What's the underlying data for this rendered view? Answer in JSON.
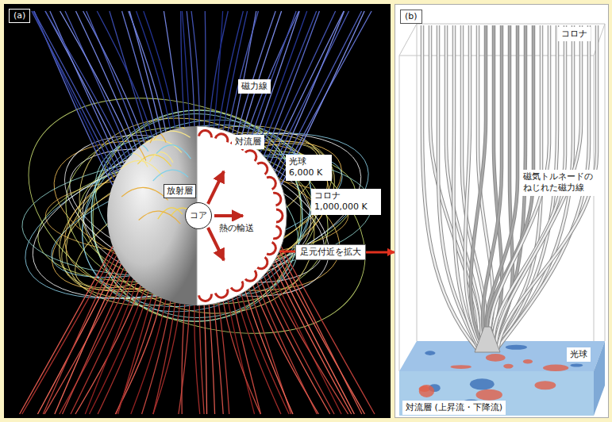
{
  "diagram": {
    "nodes": [
      {
        "text": [
          "(a)"
        ]
      },
      {
        "text": [
          "放射層"
        ]
      },
      {
        "text": [
          "コア"
        ]
      },
      {
        "text": [
          "足元付近を拡大"
        ]
      },
      {
        "text": [
          "(b)"
        ]
      }
    ],
    "edges": [
      {
        "from": 3,
        "to": 4,
        "arrow": "to"
      }
    ],
    "labels": [
      "磁力線",
      "対流層",
      "光球 6,000 K",
      "コロナ 1,000,000 K",
      "熱の輸送",
      "コロナ",
      "磁気トルネードの ねじれた磁力線",
      "光球",
      "対流層 (上昇流・下降流)"
    ]
  }
}
